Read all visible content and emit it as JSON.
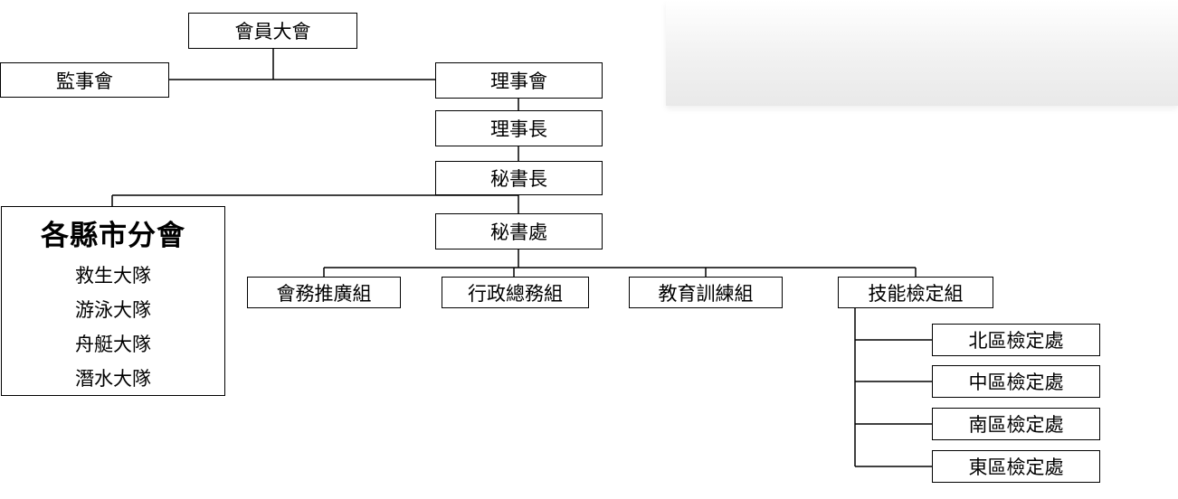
{
  "org": {
    "general_assembly": "會員大會",
    "supervisors": "監事會",
    "board": "理事會",
    "chairman": "理事長",
    "secretary_general": "秘書長",
    "secretariat": "秘書處",
    "branches": {
      "title": "各縣市分會",
      "teams": [
        "救生大隊",
        "游泳大隊",
        "舟艇大隊",
        "潛水大隊"
      ]
    },
    "groups": [
      "會務推廣組",
      "行政總務組",
      "教育訓練組",
      "技能檢定組"
    ],
    "test_centers": [
      "北區檢定處",
      "中區檢定處",
      "南區檢定處",
      "東區檢定處"
    ]
  },
  "colors": {
    "line": "#000000",
    "box_border": "#000000",
    "panel": "#efefef"
  }
}
